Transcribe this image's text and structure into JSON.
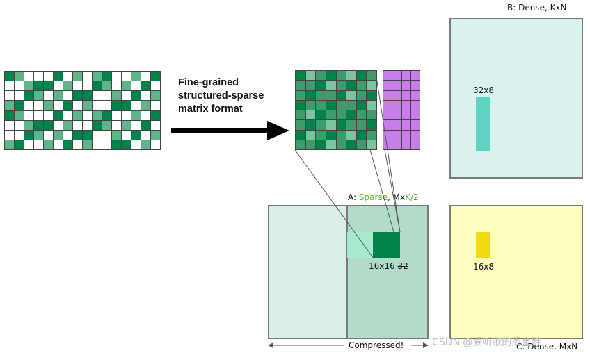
{
  "caption": {
    "line1": "Fine-grained",
    "line2": "structured-sparse",
    "line3": "matrix format"
  },
  "matrix_b": {
    "label": "B: Dense, KxN",
    "tile_label": "32x8"
  },
  "matrix_a": {
    "label_prefix": "A: ",
    "label_sparse": "Sparse",
    "label_mid": ", Mx",
    "label_k2": "K/2",
    "tile_label": "16x16",
    "tile_label_struck": "32",
    "compressed_label": "Compressed!"
  },
  "matrix_c": {
    "label": "C: Dense, MxN",
    "tile_label": "16x8"
  },
  "watermark": "CSDN @爱听歌的周童鞋",
  "colors": {
    "dark_green": "#00834a",
    "light_green": "#5fb48a",
    "metadata_purple": "#c77ee8",
    "matrix_b_fill": "#d9f2ef",
    "matrix_a_fill": "#dcefe6",
    "matrix_a_compressed_fill": "#b3dcc8",
    "matrix_c_fill": "#ffffc0",
    "b_tile": "#5fd3c2",
    "c_tile": "#f0dc10",
    "label_green": "#5cb21e"
  }
}
